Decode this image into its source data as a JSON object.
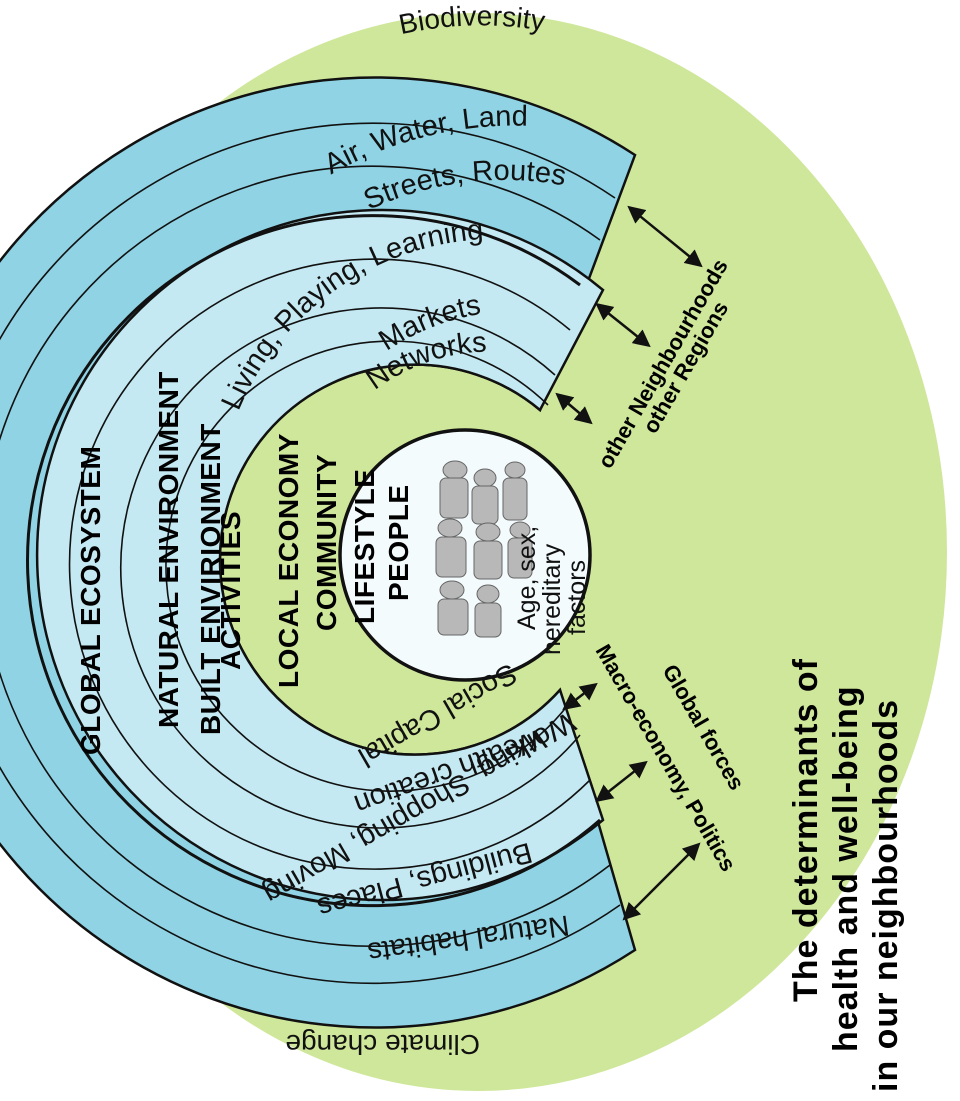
{
  "colors": {
    "outer_green": "#cfe79a",
    "band_blue": "#8fd3e4",
    "band_light": "#c4e9f2",
    "center_white": "#f4fbfd",
    "stroke": "#111111"
  },
  "outer": {
    "top_label": "Biodiversity",
    "bottom_label": "Climate change",
    "global_label": "GLOBAL ECOSYSTEM"
  },
  "bands": {
    "natural_title": "NATURAL ENVIRONMENT",
    "built_title": "BUILT ENVIRIONMENT",
    "activities_title": "ACTIVITIES",
    "local_economy_title": "LOCAL ECONOMY",
    "community_title": "COMMUNITY",
    "lifestyle_title": "LIFESTYLE",
    "people_title": "PEOPLE",
    "air_water_land": "Air, Water, Land",
    "natural_habitats": "Natural habitats",
    "streets_routes": "Streets, Routes",
    "buildings_places": "Buildings, Places",
    "living_playing_learning": "Living, Playing, Learning",
    "working_shopping_moving": "Working, Shopping, Moving",
    "markets": "Markets",
    "wealth_creation": "Wealth creation",
    "networks": "Networks",
    "social_capital": "Social Capital"
  },
  "center": {
    "line1": "Age, sex,",
    "line2": "hereditary",
    "line3": "factors"
  },
  "side": {
    "neighbourhoods_line1": "other Neighbourhoods",
    "neighbourhoods_line2": "other Regions",
    "forces_line1": "Macro-economy, Politics",
    "forces_line2": "Global forces"
  },
  "title": {
    "line1": "The determinants of",
    "line2": "health and well-being",
    "line3": "in our neighbourhoods"
  }
}
